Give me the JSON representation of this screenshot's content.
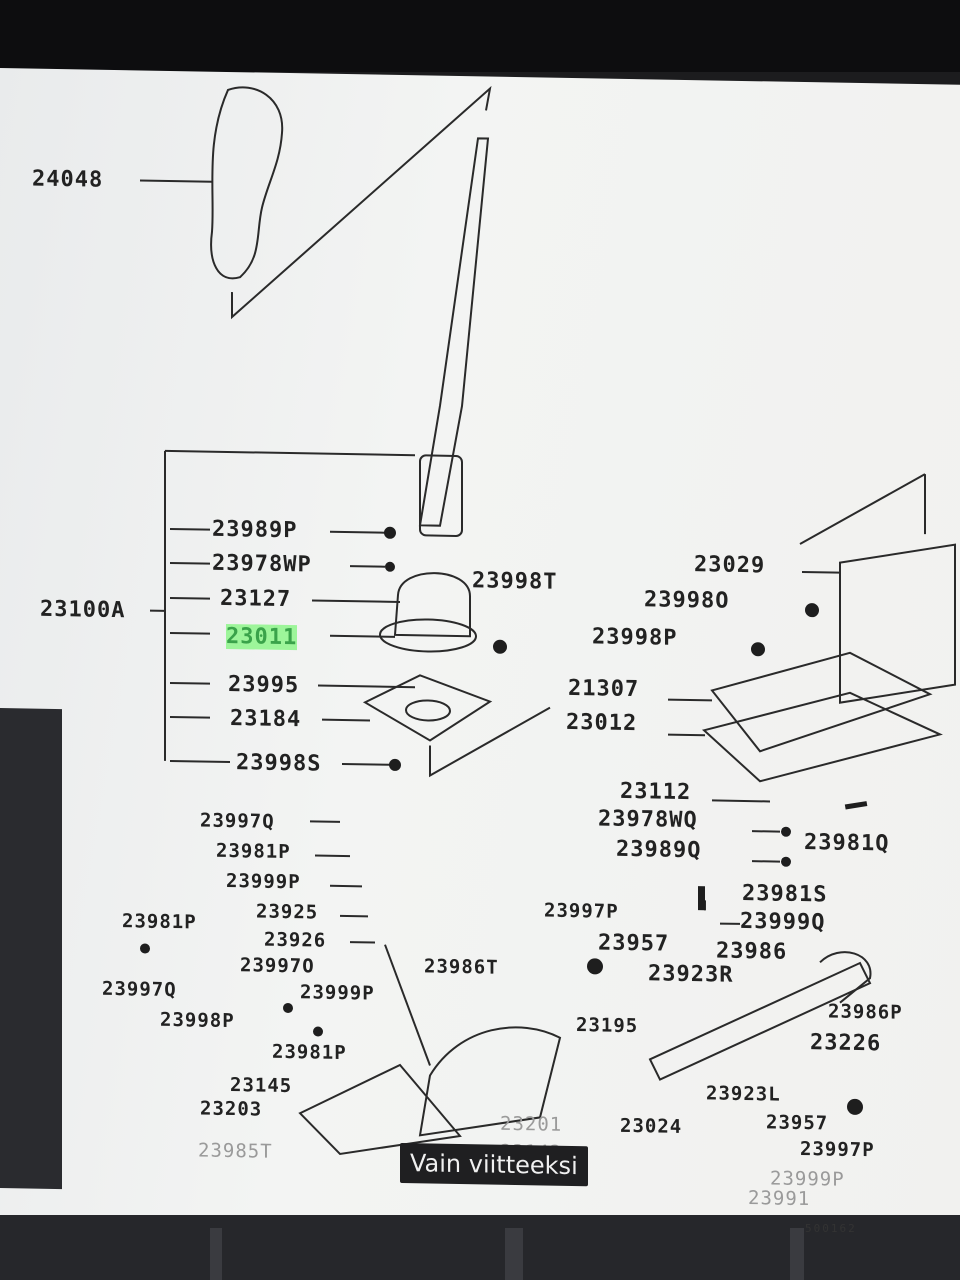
{
  "diagram": {
    "tooltip": "Vain viitteeksi",
    "footer_code": "500162",
    "labels": [
      {
        "id": "24048",
        "text": "24048"
      },
      {
        "id": "23100A",
        "text": "23100A"
      },
      {
        "id": "23989P",
        "text": "23989P"
      },
      {
        "id": "23978WP",
        "text": "23978WP"
      },
      {
        "id": "23127",
        "text": "23127"
      },
      {
        "id": "23011",
        "text": "23011"
      },
      {
        "id": "23995",
        "text": "23995"
      },
      {
        "id": "23184",
        "text": "23184"
      },
      {
        "id": "23998S",
        "text": "23998S"
      },
      {
        "id": "23998T",
        "text": "23998T"
      },
      {
        "id": "23029",
        "text": "23029"
      },
      {
        "id": "23998O",
        "text": "23998O"
      },
      {
        "id": "23998P_r",
        "text": "23998P"
      },
      {
        "id": "21307",
        "text": "21307"
      },
      {
        "id": "23012",
        "text": "23012"
      },
      {
        "id": "23112",
        "text": "23112"
      },
      {
        "id": "23978WQ",
        "text": "23978WQ"
      },
      {
        "id": "23989Q",
        "text": "23989Q"
      },
      {
        "id": "23981Q",
        "text": "23981Q"
      },
      {
        "id": "23981S",
        "text": "23981S"
      },
      {
        "id": "23999Q",
        "text": "23999Q"
      },
      {
        "id": "23997Q",
        "text": "23997Q"
      },
      {
        "id": "23981P",
        "text": "23981P"
      },
      {
        "id": "23999P",
        "text": "23999P"
      },
      {
        "id": "23925",
        "text": "23925"
      },
      {
        "id": "23926",
        "text": "23926"
      },
      {
        "id": "23981P_l",
        "text": "23981P"
      },
      {
        "id": "23997Q_l",
        "text": "23997Q"
      },
      {
        "id": "23998P_l",
        "text": "23998P"
      },
      {
        "id": "23997O",
        "text": "23997O"
      },
      {
        "id": "23999P_m",
        "text": "23999P"
      },
      {
        "id": "23981P_m",
        "text": "23981P"
      },
      {
        "id": "23986T",
        "text": "23986T"
      },
      {
        "id": "23997P",
        "text": "23997P"
      },
      {
        "id": "23957",
        "text": "23957"
      },
      {
        "id": "23986",
        "text": "23986"
      },
      {
        "id": "23923R",
        "text": "23923R"
      },
      {
        "id": "23195",
        "text": "23195"
      },
      {
        "id": "23986P",
        "text": "23986P"
      },
      {
        "id": "23226",
        "text": "23226"
      },
      {
        "id": "23145",
        "text": "23145"
      },
      {
        "id": "23203",
        "text": "23203"
      },
      {
        "id": "23201",
        "text": "23201"
      },
      {
        "id": "23143",
        "text": "23143"
      },
      {
        "id": "23024",
        "text": "23024"
      },
      {
        "id": "23923L",
        "text": "23923L"
      },
      {
        "id": "23957_b",
        "text": "23957"
      },
      {
        "id": "23997P_b",
        "text": "23997P"
      },
      {
        "id": "23985T",
        "text": "23985T"
      },
      {
        "id": "23986T_b",
        "text": "23986T"
      },
      {
        "id": "23999P_b",
        "text": "23999P"
      },
      {
        "id": "23991",
        "text": "23991"
      }
    ]
  }
}
